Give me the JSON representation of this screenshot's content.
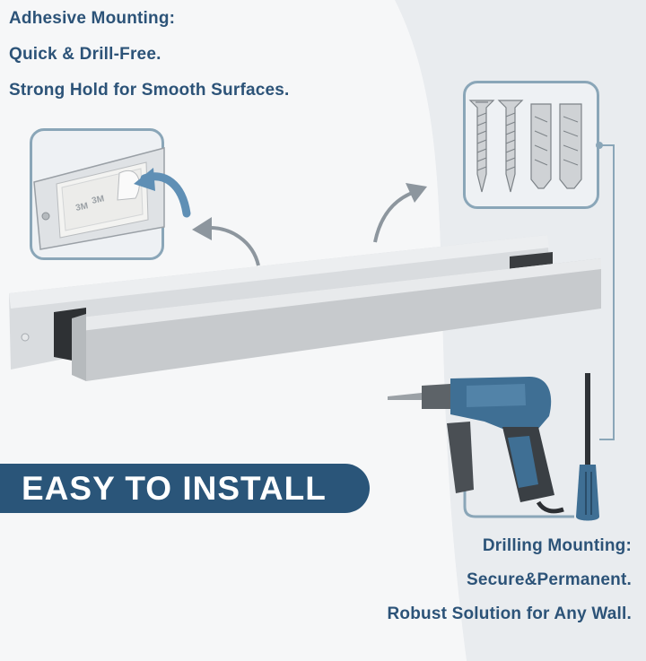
{
  "adhesive": {
    "heading": "Adhesive Mounting:",
    "line1": "Quick & Drill-Free.",
    "line2": "Strong Hold for Smooth Surfaces.",
    "tape_label": "3M"
  },
  "banner": {
    "label": "EASY TO INSTALL"
  },
  "drilling": {
    "heading": "Drilling Mounting:",
    "line1": "Secure&Permanent.",
    "line2": "Robust Solution for Any Wall."
  },
  "colors": {
    "text": "#2c5378",
    "banner_bg": "#2a5579",
    "panel_border": "#8aa6b8",
    "drill_blue": "#3f6f94",
    "steel": "#c9cccf"
  }
}
